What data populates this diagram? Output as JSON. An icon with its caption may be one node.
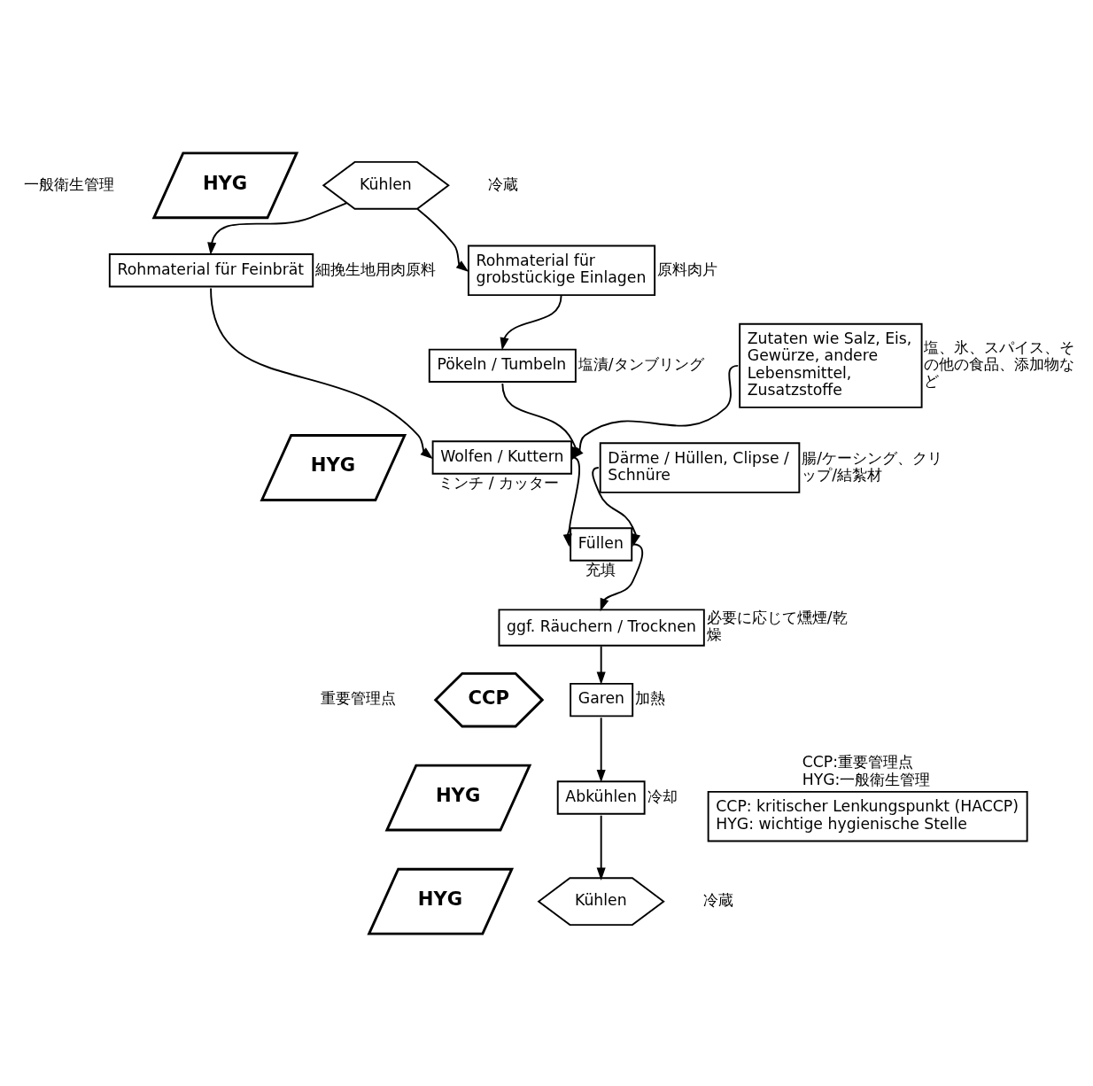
{
  "diagram": {
    "nodes": [
      {
        "text": [
          "Kühlen"
        ],
        "beside": [
          "冷蔵"
        ]
      },
      {
        "text": [
          "Rohmaterial für Feinbrät"
        ],
        "beside": [
          "細挽生地用肉原料"
        ]
      },
      {
        "text": [
          "Rohmaterial für grobstückige Einlagen"
        ],
        "beside": [
          "原料肉片"
        ]
      },
      {
        "text": [
          "Pökeln / Tumbeln"
        ],
        "beside": [
          "塩漬/タンブリング"
        ]
      },
      {
        "text": [
          "Wolfen / Kuttern"
        ],
        "beside": [
          "ミンチ / カッター"
        ]
      },
      {
        "text": [
          "Zutaten wie Salz, Eis, Gewürze, andere Lebensmittel, Zusatzstoffe"
        ],
        "beside": [
          "塩、氷、スパイス、その他の食品、添加物など"
        ]
      },
      {
        "text": [
          "Füllen"
        ],
        "beside": [
          "充填"
        ]
      },
      {
        "text": [
          "Därme / Hüllen, Clipse / Schnüre"
        ],
        "beside": [
          "腸/ケーシング、クリップ/結紮材"
        ]
      },
      {
        "text": [
          "ggf. Räuchern / Trocknen"
        ],
        "beside": [
          "必要に応じて燻煙/乾燥"
        ]
      },
      {
        "text": [
          "Garen"
        ],
        "beside": [
          "加熱"
        ]
      },
      {
        "text": [
          "Abkühlen"
        ],
        "beside": [
          "冷却"
        ]
      },
      {
        "text": [
          "Kühlen"
        ],
        "beside": [
          "冷蔵"
        ]
      },
      {
        "text": [
          "HYG"
        ],
        "beside": [
          "一般衛生管理"
        ]
      },
      {
        "text": [
          "HYG"
        ]
      },
      {
        "text": [
          "CCP"
        ],
        "beside": [
          "重要管理点"
        ]
      },
      {
        "text": [
          "HYG"
        ]
      },
      {
        "text": [
          "HYG"
        ]
      },
      {
        "text": [
          "CCP: kritischer Lenkungspunkt (HACCP)",
          "HYG: wichtige hygienische Stelle"
        ],
        "beside": [
          "CCP:重要管理点",
          "HYG:一般衛生管理"
        ]
      }
    ],
    "edges": [
      {
        "from": 0,
        "to": 1,
        "arrow": "to"
      },
      {
        "from": 0,
        "to": 2,
        "arrow": "to"
      },
      {
        "from": 2,
        "to": 3,
        "arrow": "to"
      },
      {
        "from": 1,
        "to": 4,
        "arrow": "to"
      },
      {
        "from": 3,
        "to": 4,
        "arrow": "to"
      },
      {
        "from": 5,
        "to": 4,
        "arrow": "to"
      },
      {
        "from": 4,
        "to": 6,
        "arrow": "to"
      },
      {
        "from": 7,
        "to": 6,
        "arrow": "to"
      },
      {
        "from": 6,
        "to": 8,
        "arrow": "to"
      },
      {
        "from": 8,
        "to": 9,
        "arrow": "to"
      },
      {
        "from": 9,
        "to": 10,
        "arrow": "to"
      },
      {
        "from": 10,
        "to": 11,
        "arrow": "to"
      }
    ]
  }
}
